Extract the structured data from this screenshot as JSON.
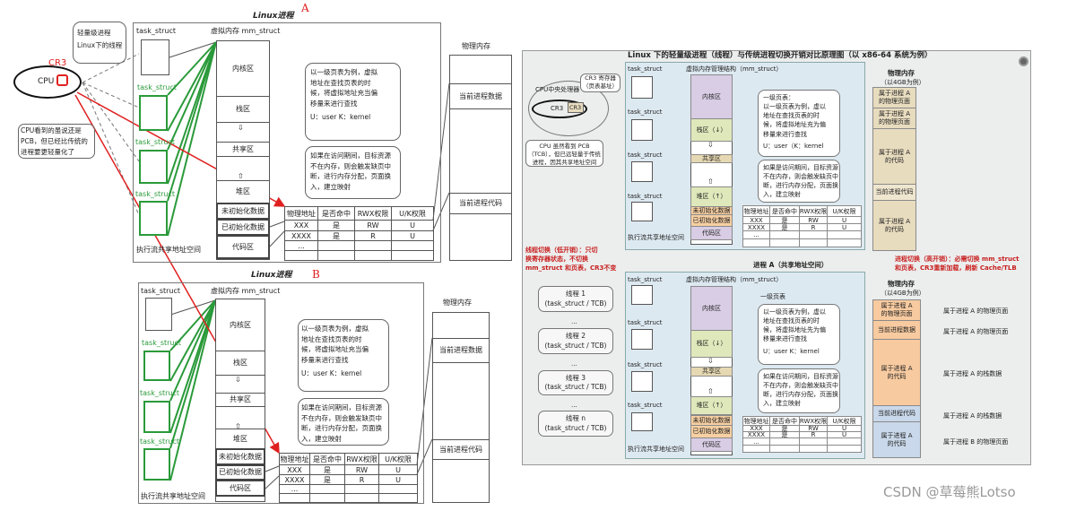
{
  "panel_a": {
    "title": "Linux进程",
    "marker": "A",
    "task_struct": "task_struct",
    "mm_struct": "虚拟内存 mm_struct",
    "regions": [
      "内核区",
      "栈区",
      "共享区",
      "堆区",
      "未初始化数据",
      "已初始化数据",
      "代码区"
    ],
    "note_page_table": [
      "以一级页表为例，虚拟",
      "地址在查找页表的时",
      "候，将虚拟地址充当偏",
      "移量来进行查找"
    ],
    "note_uk": "U：user  K：kernel",
    "note_fault": [
      "如果在访问期间，目标资源",
      "不在内存，则会触发缺页中",
      "断，进行内存分配，页面换",
      "入，建立映射"
    ],
    "shared_space": "执行流共享地址空间",
    "table": {
      "headers": [
        "物理地址",
        "是否命中",
        "RWX权限",
        "U/K权限"
      ],
      "rows": [
        [
          "XXX",
          "是",
          "RW",
          "U"
        ],
        [
          "XXXX",
          "是",
          "R",
          "U"
        ],
        [
          "...",
          "",
          "",
          ""
        ],
        [
          "",
          "",
          "",
          ""
        ]
      ]
    },
    "phys_title": "物理内存",
    "phys_blocks": [
      "",
      "当前进程数据",
      "",
      "当前进程代码",
      ""
    ]
  },
  "cpu_a": {
    "label": "CPU",
    "cr3": "CR3",
    "bubble": [
      "轻量级进程",
      "Linux下的线程"
    ],
    "note": [
      "CPU看到的虽说还是",
      "PCB，但已经比传统的",
      "进程要更轻量化了"
    ]
  },
  "panel_b": {
    "title": "Linux进程",
    "marker": "B",
    "task_struct": "task_struct",
    "mm_struct": "虚拟内存 mm_struct",
    "regions": [
      "内核区",
      "栈区",
      "共享区",
      "堆区",
      "未初始化数据",
      "已初始化数据",
      "代码区"
    ],
    "note_page_table": [
      "以一级页表为例，虚拟",
      "地址在查找页表的时",
      "候，将虚拟地址充当偏",
      "移量来进行查找"
    ],
    "note_uk": "U：user  K：kernel",
    "note_fault": [
      "如果在访问期间，目标资源",
      "不在内存，则会触发缺页中",
      "断，进行内存分配，页面换",
      "入，建立映射"
    ],
    "shared_space": "执行流共享地址空间",
    "table": {
      "headers": [
        "物理地址",
        "是否命中",
        "RWX权限",
        "U/K权限"
      ],
      "rows": [
        [
          "XXX",
          "是",
          "RW",
          "U"
        ],
        [
          "XXXX",
          "是",
          "R",
          "U"
        ],
        [
          "...",
          "",
          "",
          ""
        ],
        [
          "",
          "",
          "",
          ""
        ]
      ]
    },
    "phys_title": "物理内存",
    "phys_blocks": [
      "",
      "当前进程数据",
      "",
      "当前进程代码",
      ""
    ]
  },
  "right": {
    "title": "Linux 下的轻量级进程（线程）与传统进程切换开销对比原理图（以 x86-64 系统为例）",
    "cpu_title": "CPU中央处理器",
    "cr3_label": "CR3",
    "cr3_box": "CR3",
    "cr3_bubble": [
      "CR3 寄存器",
      "（页表基址）"
    ],
    "cpu_note": [
      "CPU 虽然看到 PCB",
      "（TCB），但已远轻量于传统",
      "进程，因其共享地址空间"
    ],
    "task_struct": "task_struct",
    "mm_struct": "虚拟内存管理结构（mm_struct）",
    "regions": [
      "内核区",
      "栈区（↓）",
      "共享区",
      "堆区（↑）",
      "未初始化数据",
      "已初始化数据",
      "代码区"
    ],
    "note_page_table_title": "一级页表：",
    "note_page_table": [
      "以一级页表为例，虚以",
      "地址在查找页表的时",
      "候，将虚拟地址充为偏",
      "移量来进行查找"
    ],
    "note_uk": "U：user（K：kernel",
    "note_fault": [
      "如果是访问期间，目标资源",
      "不在内存，则会触发缺页中",
      "断，进行内存分配，页面换",
      "入，建立映射"
    ],
    "shared_space": "执行流共享地址空间",
    "table": {
      "headers": [
        "物理地址",
        "是否命中",
        "RWX权限",
        "U/K权限"
      ],
      "rows": [
        [
          "XXX",
          "是",
          "RW",
          "U"
        ],
        [
          "XXXX",
          "是",
          "R",
          "U"
        ],
        [
          "...",
          "",
          "",
          ""
        ],
        [
          "",
          "",
          "",
          ""
        ]
      ]
    },
    "phys_title": "物理内存",
    "phys_subtitle": "（以4GB为例）",
    "phys_blocks": [
      "属于进程 A\n的物理页面",
      "属于进程 A\n的物理页面",
      "属于进程 A\n的代码",
      "当前进程代码",
      "属于进程 A\n的代码"
    ],
    "thread_switch": [
      "线程切换（低开销）：只切",
      "换寄存器状态，不切换",
      "mm_struct 和页表，CR3不变"
    ],
    "process_switch": [
      "进程切换（高开销）：必需切换 mm_struct",
      "和页表，CR3重新加载，刷新 Cache/TLB"
    ],
    "bottom": {
      "title": "进程 A（共享地址空间）",
      "threads": [
        [
          "线程 1",
          "(task_struct / TCB)"
        ],
        [
          "线程 2",
          "(task_struct / TCB)"
        ],
        [
          "线程 3",
          "(task_struct / TCB)"
        ],
        [
          "线程 n",
          "(task_struct / TCB)"
        ]
      ],
      "ellipsis": "...",
      "task_struct": "task_struct",
      "mm_struct": "虚拟内存管理结构（mm_struct）",
      "regions": [
        "内核区",
        "栈区（↓）",
        "共享区",
        "堆区（↑）",
        "未初始化数据",
        "已初始化数据",
        "代码区"
      ],
      "page_table_label": "一级页表",
      "note_page_table": [
        "以一级页表为例，虚以",
        "地址在查找页表的时",
        "候，将虚拟地址先为偏",
        "移量来进行查找"
      ],
      "note_uk": "U：user  K：kernel",
      "note_fault": [
        "如果在访问期间，目标资源",
        "不在内存，则会触发缺页中",
        "断，进行内存分配，页面换",
        "入，建立映射"
      ],
      "shared_space": "执行流共享地址空间",
      "table": {
        "headers": [
          "物理地址",
          "是否命中",
          "RWX权限",
          "U/K权限"
        ],
        "rows": [
          [
            "XXX",
            "是",
            "RW",
            "U"
          ],
          [
            "XXXX",
            "是",
            "R",
            "U"
          ],
          [
            "...",
            "",
            "",
            ""
          ],
          [
            "",
            "",
            "",
            ""
          ]
        ]
      },
      "phys_title": "物理内存",
      "phys_subtitle": "（以4GB为例）",
      "phys_blocks": [
        "属于进程 A\n的物理页面",
        "当前进程数据",
        "属于进程 A\n的代码",
        "当前进程代码",
        "属于进程 A\n的代码"
      ],
      "phys_side_labels": [
        "属于进程 A 的物理页面",
        "属于进程 A 的物理页面",
        "属于进程 A 的栈数据",
        "属于进程 A 的栈数据",
        "属于进程 B 的物理页面"
      ]
    },
    "colors": {
      "kernel": "#d8cde4",
      "stack": "#dfe8bb",
      "shared": "#e6d8b2",
      "data": "#f6cfa2",
      "code": "#d8cde4",
      "phys_tan": "#e8dcbf",
      "phys_orange": "#f7caa0",
      "phys_blue": "#c9d8ea",
      "red": "#c81e1e"
    }
  },
  "watermark": "CSDN @草莓熊Lotso"
}
